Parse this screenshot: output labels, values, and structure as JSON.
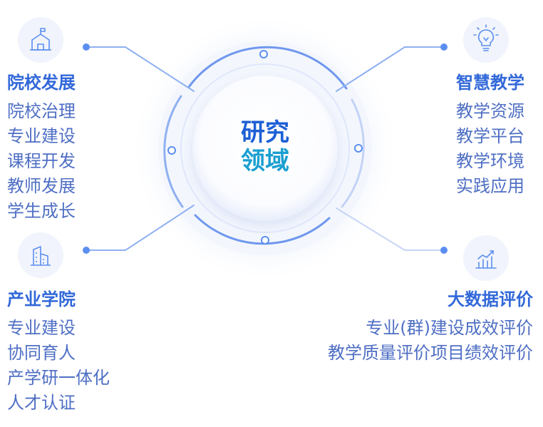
{
  "center": {
    "line1": "研究",
    "line2": "领域"
  },
  "groups": {
    "top_left": {
      "icon": "school-building-icon",
      "title": "院校发展",
      "items": [
        "院校治理",
        "专业建设",
        "课程开发",
        "教师发展",
        "学生成长"
      ]
    },
    "bottom_left": {
      "icon": "industry-building-icon",
      "title": "产业学院",
      "items": [
        "专业建设",
        "协同育人",
        "产学研一体化",
        "人才认证"
      ]
    },
    "top_right": {
      "icon": "lightbulb-icon",
      "title": "智慧教学",
      "items": [
        "教学资源",
        "教学平台",
        "教学环境",
        "实践应用"
      ]
    },
    "bottom_right": {
      "icon": "bar-chart-icon",
      "title": "大数据评价",
      "items": [
        "专业(群)建设成效评价",
        "教学质量评价项目绩效评价"
      ]
    }
  },
  "colors": {
    "title": "#3268d9",
    "item": "#4f6fc4",
    "accent": "#5b8ef0",
    "halo": "#eef2fc"
  }
}
